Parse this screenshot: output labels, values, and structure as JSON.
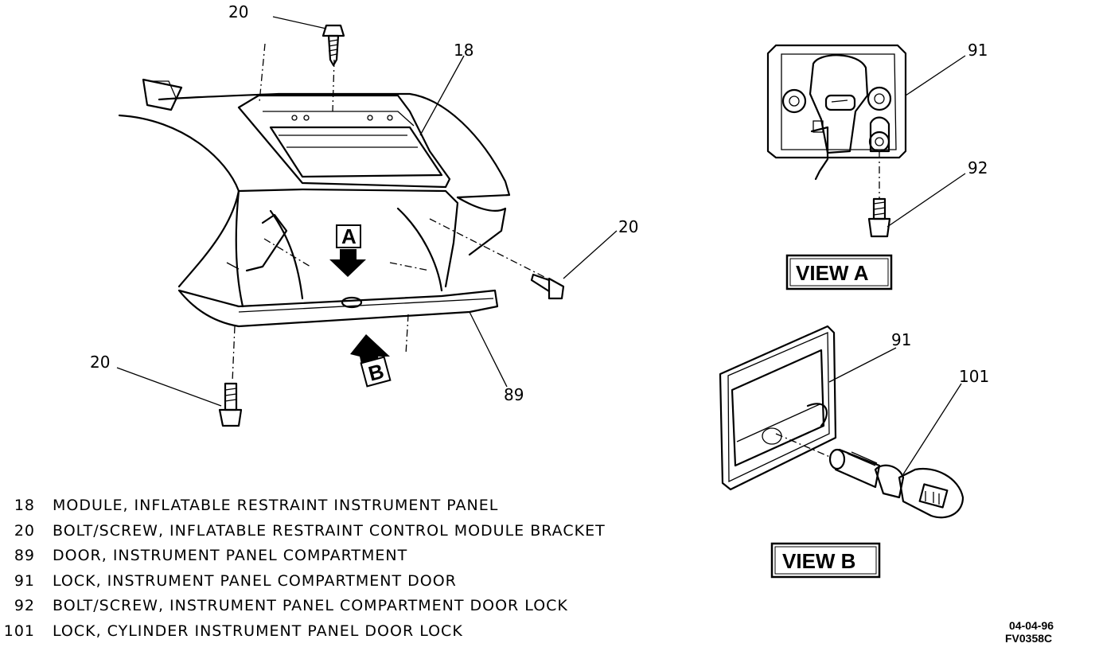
{
  "callouts": {
    "c20_top": "20",
    "c18": "18",
    "c20_right": "20",
    "c20_left": "20",
    "c89": "89",
    "c91_a": "91",
    "c92": "92",
    "c91_b": "91",
    "c101": "101"
  },
  "arrows": {
    "a": "A",
    "b": "B"
  },
  "views": {
    "view_a": "VIEW A",
    "view_b": "VIEW B"
  },
  "legend": [
    {
      "num": "18",
      "desc": "MODULE, INFLATABLE RESTRAINT INSTRUMENT PANEL"
    },
    {
      "num": "20",
      "desc": "BOLT/SCREW, INFLATABLE RESTRAINT CONTROL MODULE BRACKET"
    },
    {
      "num": "89",
      "desc": "DOOR, INSTRUMENT PANEL COMPARTMENT"
    },
    {
      "num": "91",
      "desc": "LOCK, INSTRUMENT PANEL COMPARTMENT DOOR"
    },
    {
      "num": "92",
      "desc": "BOLT/SCREW, INSTRUMENT PANEL COMPARTMENT DOOR LOCK"
    },
    {
      "num": "101",
      "desc": "LOCK, CYLINDER INSTRUMENT PANEL DOOR LOCK"
    }
  ],
  "codes": {
    "date": "04-04-96",
    "figure": "FV0358C"
  }
}
